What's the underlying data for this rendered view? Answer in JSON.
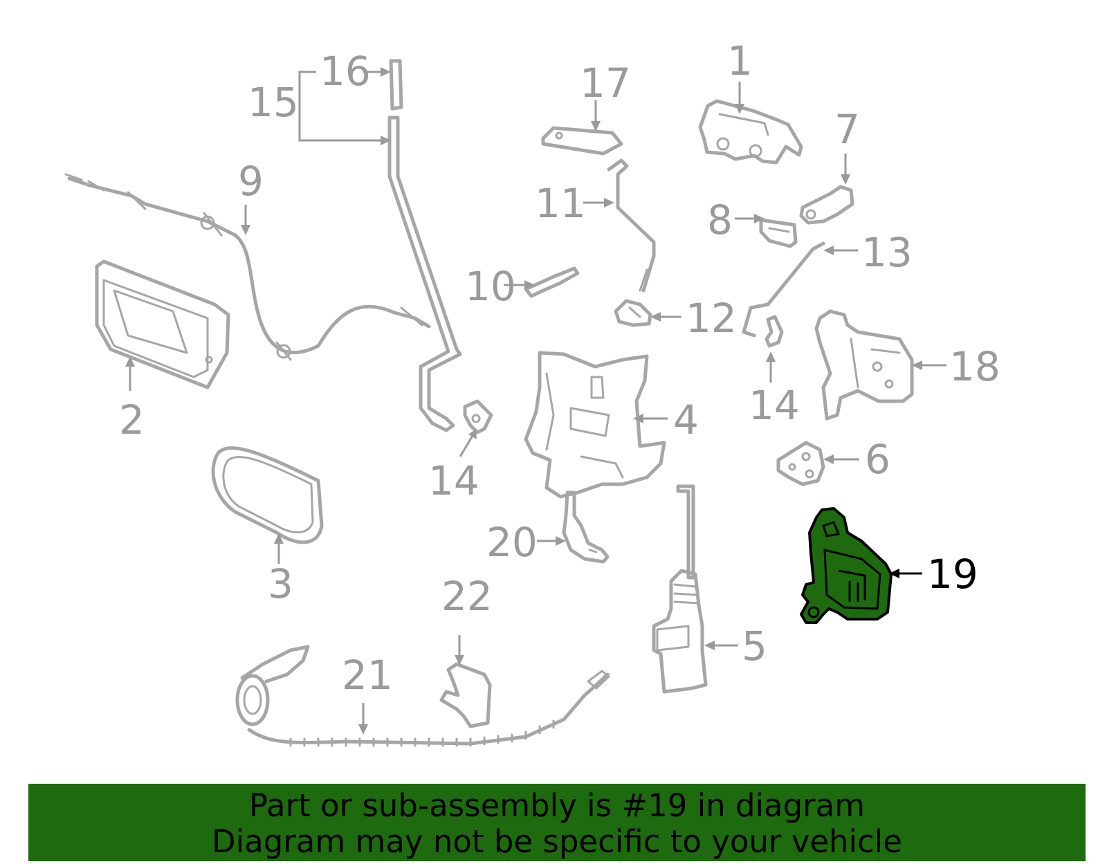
{
  "diagram": {
    "highlight_color": "#1e6b0f",
    "line_color": "#a6a6a6",
    "highlighted_part": "19",
    "callouts": [
      "1",
      "2",
      "3",
      "4",
      "5",
      "6",
      "7",
      "8",
      "9",
      "10",
      "11",
      "12",
      "13",
      "14",
      "14",
      "15",
      "16",
      "17",
      "18",
      "19",
      "20",
      "21",
      "22"
    ]
  },
  "banner": {
    "line1": "Part or sub-assembly is #19 in diagram",
    "line2": "Diagram may not be specific to your vehicle",
    "background": "#1e6b0f"
  }
}
